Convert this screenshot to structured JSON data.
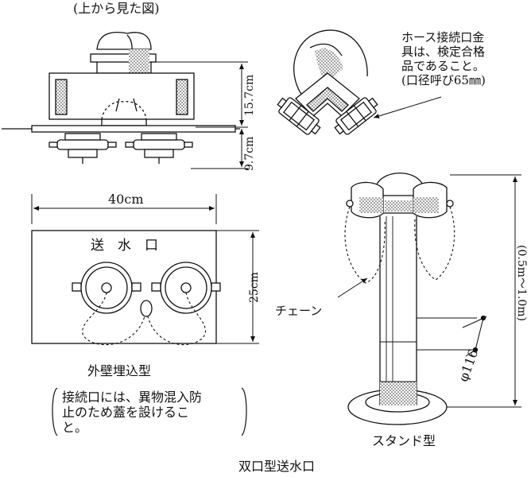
{
  "top_view_caption": "(上から見た図)",
  "dim_height_upper": "15.7cm",
  "dim_height_lower": "9.7cm",
  "dim_width": "40cm",
  "dim_height_plate": "25cm",
  "plate_label": "送　水　口",
  "wall_type_label": "外壁埋込型",
  "hose_note": "ホース接続口金\n具は、検定合格\n品であること。\n(口径呼び65㎜)",
  "cap_note": "接続口には、異物混入防\n止のため蓋を設けるこ\nと。",
  "chain_label": "チェーン",
  "diameter_label": "φ116",
  "stand_height_label": "(0.5m～1.0m)",
  "stand_type_label": "スタンド型",
  "figure_caption": "双口型送水口"
}
